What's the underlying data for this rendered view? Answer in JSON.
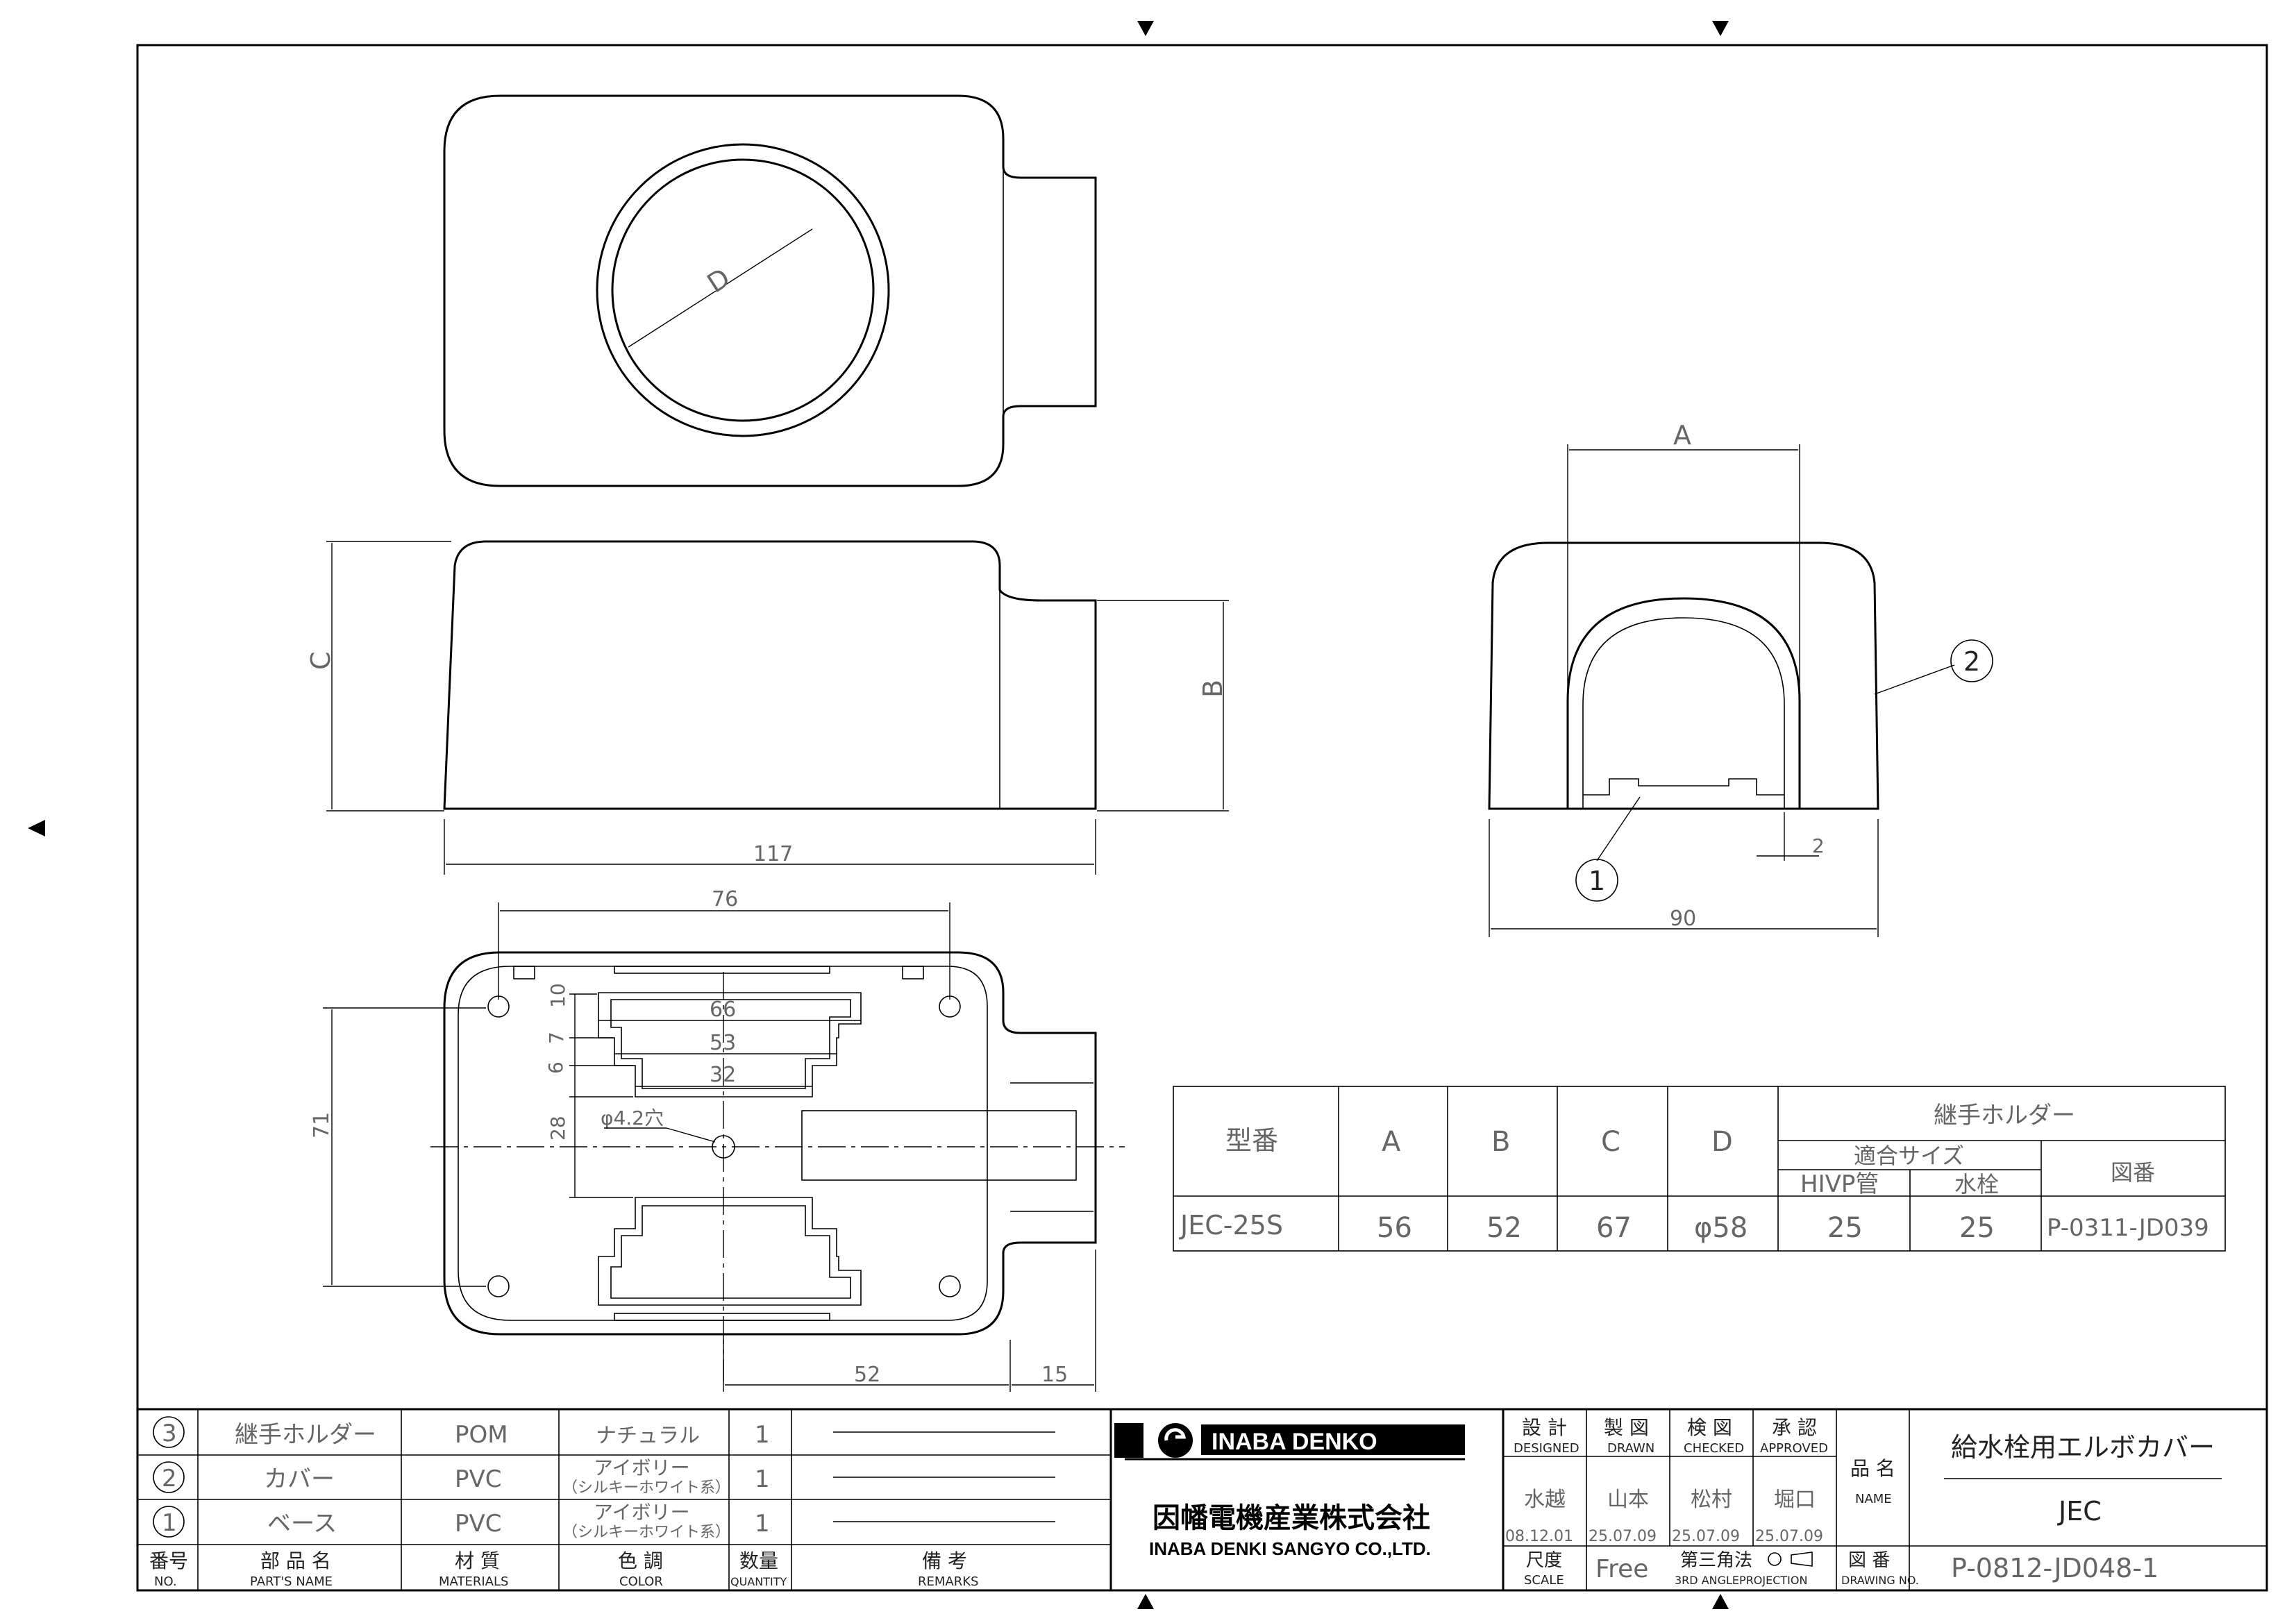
{
  "dimensions": {
    "a_label": "A",
    "b_label": "B",
    "c_label": "C",
    "d_label": "D",
    "len_117": "117",
    "len_76": "76",
    "len_66": "66",
    "len_53": "53",
    "len_32": "32",
    "len_10": "10",
    "len_7": "7",
    "len_6": "6",
    "len_28": "28",
    "len_71": "71",
    "len_52": "52",
    "len_15": "15",
    "len_90": "90",
    "len_2": "2",
    "hole": "φ4.2穴"
  },
  "callouts": {
    "one": "1",
    "two": "2"
  },
  "spec_table": {
    "h_model": "型番",
    "h_a": "A",
    "h_b": "B",
    "h_c": "C",
    "h_d": "D",
    "h_holder": "継手ホルダー",
    "h_fit": "適合サイズ",
    "h_hivp": "HIVP管",
    "h_tap": "水栓",
    "h_drawing": "図番",
    "row": {
      "model": "JEC-25S",
      "a": "56",
      "b": "52",
      "c": "67",
      "d": "φ58",
      "hivp": "25",
      "tap": "25",
      "drawing": "P-0311-JD039"
    }
  },
  "parts": [
    {
      "no": "3",
      "name": "継手ホルダー",
      "material": "POM",
      "color": "ナチュラル",
      "color2": "",
      "qty": "1"
    },
    {
      "no": "2",
      "name": "カバー",
      "material": "PVC",
      "color": "アイボリー",
      "color2": "（シルキーホワイト系）",
      "qty": "1"
    },
    {
      "no": "1",
      "name": "ベース",
      "material": "PVC",
      "color": "アイボリー",
      "color2": "（シルキーホワイト系）",
      "qty": "1"
    }
  ],
  "parts_header": {
    "no": "番号",
    "no_en": "NO.",
    "name": "部 品 名",
    "name_en": "PART'S NAME",
    "material": "材 質",
    "material_en": "MATERIALS",
    "color": "色 調",
    "color_en": "COLOR",
    "qty": "数量",
    "qty_en": "QUANTITY",
    "remarks": "備 考",
    "remarks_en": "REMARKS"
  },
  "company": {
    "logo_text": "INABA DENKO",
    "name_jp": "因幡電機産業株式会社",
    "name_en": "INABA DENKI SANGYO CO.,LTD."
  },
  "approvals": {
    "designed": "設 計",
    "designed_en": "DESIGNED",
    "drawn": "製 図",
    "drawn_en": "DRAWN",
    "checked": "検 図",
    "checked_en": "CHECKED",
    "approved": "承 認",
    "approved_en": "APPROVED",
    "designer": "水越",
    "designer_date": "08.12.01",
    "drafter": "山本",
    "drafter_date": "25.07.09",
    "checker": "松村",
    "checker_date": "25.07.09",
    "approver": "堀口",
    "approver_date": "25.07.09"
  },
  "title_block": {
    "name_label": "品 名",
    "name_label_en": "NAME",
    "product": "給水栓用エルボカバー",
    "product_code": "JEC",
    "scale_label": "尺度",
    "scale_label_en": "SCALE",
    "scale": "Free",
    "projection": "第三角法",
    "projection_en": "3RD ANGLEPROJECTION",
    "drawing_no_label": "図 番",
    "drawing_no_label_en": "DRAWING NO.",
    "drawing_no": "P-0812-JD048-1"
  }
}
